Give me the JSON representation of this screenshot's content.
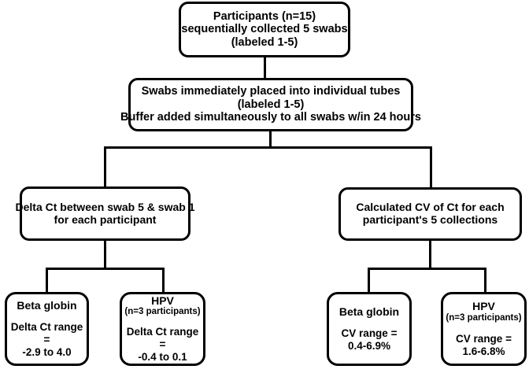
{
  "diagram": {
    "title": "Study design flowchart for swab collection and Ct variability analysis",
    "colors": {
      "stroke": "#000000",
      "fill": "#ffffff",
      "text": "#000000"
    },
    "nodes": {
      "participants": {
        "lines": [
          "Participants (n=15)",
          "sequentially collected 5 swabs",
          "(labeled 1-5)"
        ]
      },
      "swabs": {
        "lines": [
          "Swabs immediately placed into individual tubes",
          "(labeled 1-5)",
          "Buffer added simultaneously to all swabs w/in 24 hours"
        ]
      },
      "delta_ct": {
        "lines": [
          "Delta Ct between swab 5 & swab 1",
          "for each participant"
        ]
      },
      "cv_ct": {
        "lines": [
          "Calculated CV of Ct for each",
          "participant's 5 collections"
        ]
      },
      "beta_globin_delta": {
        "header": "Beta globin",
        "subheader": "",
        "value_lines": [
          "Delta Ct range =",
          "-2.9 to 4.0"
        ]
      },
      "hpv_delta": {
        "header": "HPV",
        "subheader": "(n=3 participants)",
        "value_lines": [
          "Delta Ct range =",
          "-0.4 to 0.1"
        ]
      },
      "beta_globin_cv": {
        "header": "Beta globin",
        "subheader": "",
        "value_lines": [
          "CV range =",
          "0.4-6.9%"
        ]
      },
      "hpv_cv": {
        "header": "HPV",
        "subheader": "(n=3 participants)",
        "value_lines": [
          "CV range =",
          "1.6-6.8%"
        ]
      }
    }
  }
}
